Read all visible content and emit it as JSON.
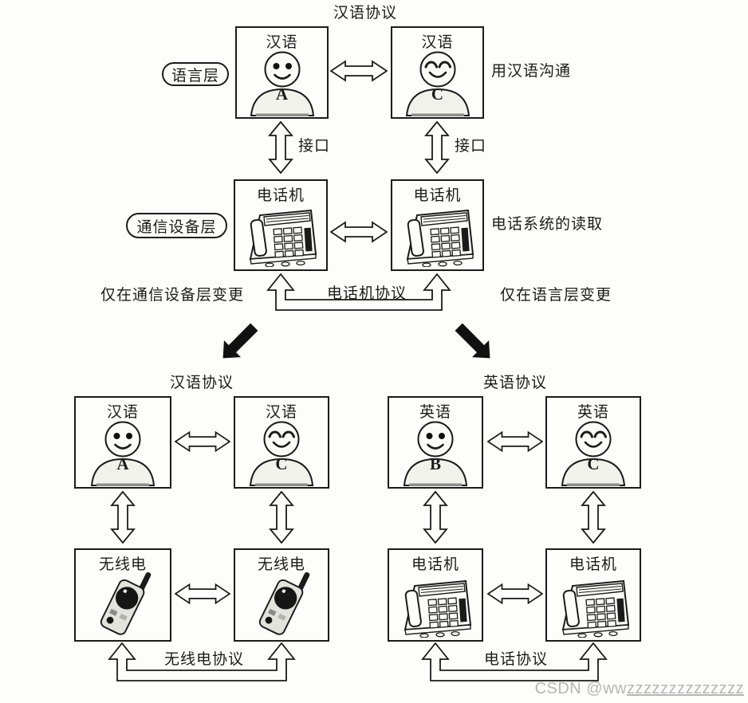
{
  "top": {
    "protocol_title": "汉语协议",
    "language_layer_label": "语言层",
    "equipment_layer_label": "通信设备层",
    "note_language": "用汉语沟通",
    "note_equipment": "电话系统的读取",
    "interface_left": "接口",
    "interface_right": "接口",
    "device_protocol": "电话机协议",
    "change_note_left": "仅在通信设备层变更",
    "change_note_right": "仅在语言层变更",
    "person_a": {
      "language": "汉语",
      "letter": "A"
    },
    "person_c": {
      "language": "汉语",
      "letter": "C"
    },
    "phone_left": "电话机",
    "phone_right": "电话机"
  },
  "bottom_left": {
    "protocol_title": "汉语协议",
    "person_a": {
      "language": "汉语",
      "letter": "A"
    },
    "person_c": {
      "language": "汉语",
      "letter": "C"
    },
    "device_left": "无线电",
    "device_right": "无线电",
    "device_protocol": "无线电协议"
  },
  "bottom_right": {
    "protocol_title": "英语协议",
    "person_b": {
      "language": "英语",
      "letter": "B"
    },
    "person_c": {
      "language": "英语",
      "letter": "C"
    },
    "device_left": "电话机",
    "device_right": "电话机",
    "device_protocol": "电话协议"
  },
  "watermark": {
    "prefix": "CSDN @ww",
    "suffix": "zzzzzzzzzzzzzz"
  },
  "colors": {
    "ink": "#1b1b1b",
    "paper": "#fdfdfc",
    "watermark": "#b6b6b6"
  }
}
